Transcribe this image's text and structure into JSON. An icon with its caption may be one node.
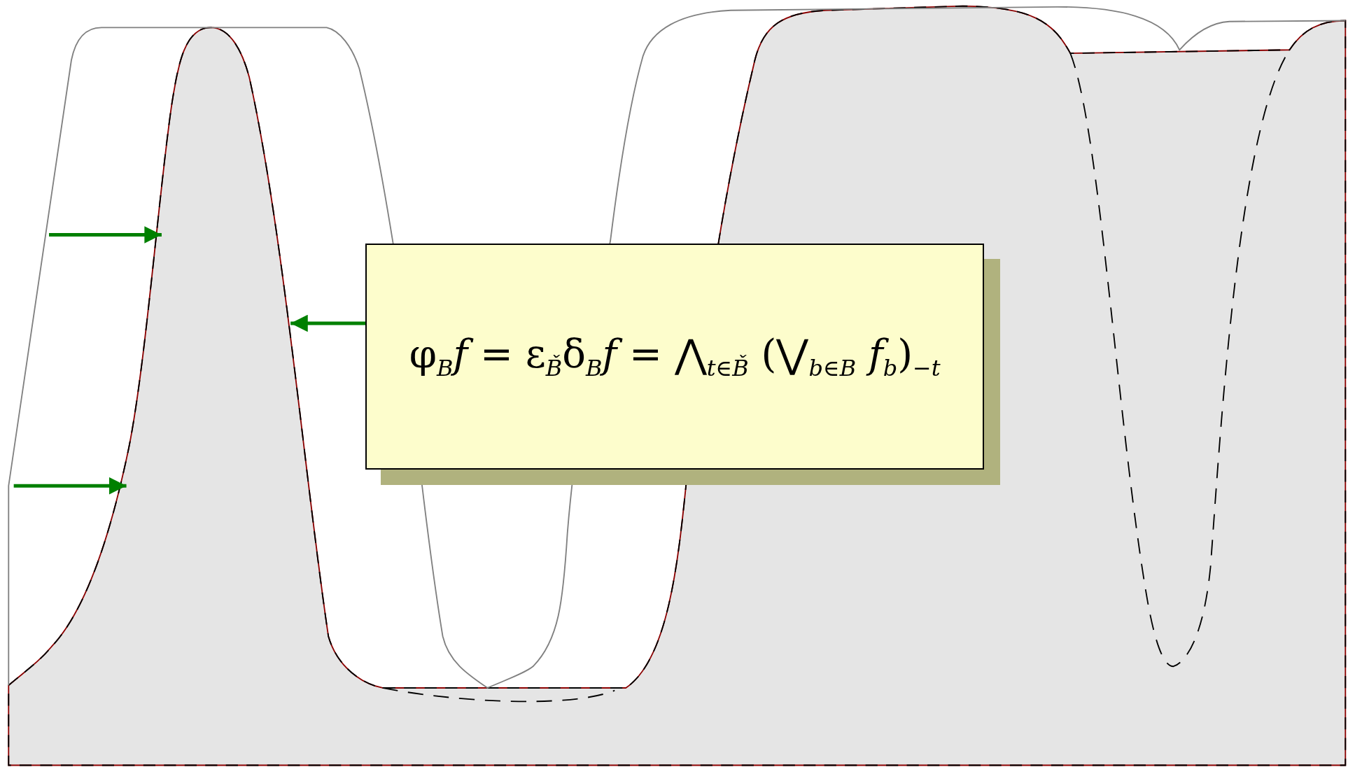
{
  "diagram": {
    "nodes": [
      {
        "text": [
          "φ$_{B}$*f* = ε$_{B̌}$δ$_{B}$*f* = ⋀$_{t∈B̌}$ (⋁$_{b∈B}$ *f*$_{b}$)$_{−t}$"
        ]
      },
      {
        "text": [],
        "shape": "picture"
      }
    ],
    "edges": [
      {
        "from": 0,
        "to": 1,
        "arrow": "to"
      },
      {
        "from": null,
        "to": 1,
        "arrow": "to"
      },
      {
        "from": null,
        "to": 1,
        "arrow": "to"
      }
    ]
  }
}
